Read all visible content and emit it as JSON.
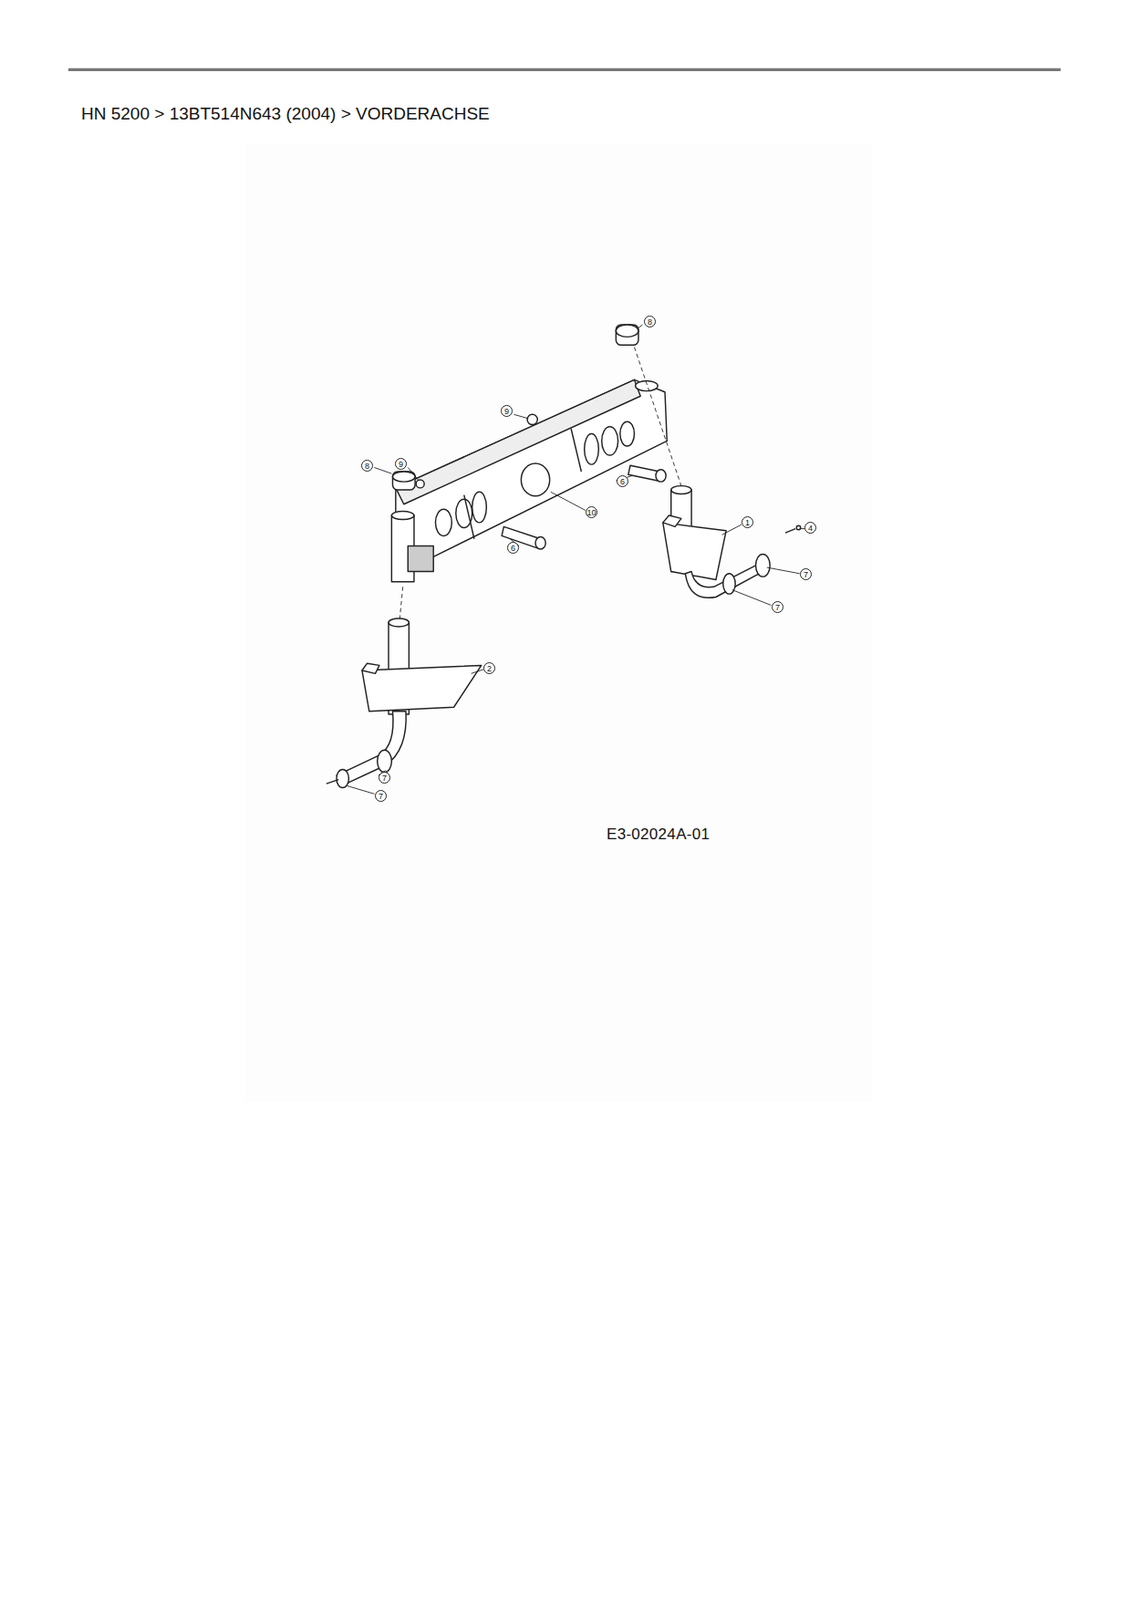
{
  "diagram": {
    "title": "HN 5200  >  13BT514N643 (2004)  >  VORDERACHSE",
    "labels": [
      "8",
      "9",
      "8",
      "9",
      "10",
      "6",
      "6",
      "1",
      "4",
      "7",
      "7",
      "2",
      "7",
      "7",
      "E3-02024A-01"
    ]
  }
}
